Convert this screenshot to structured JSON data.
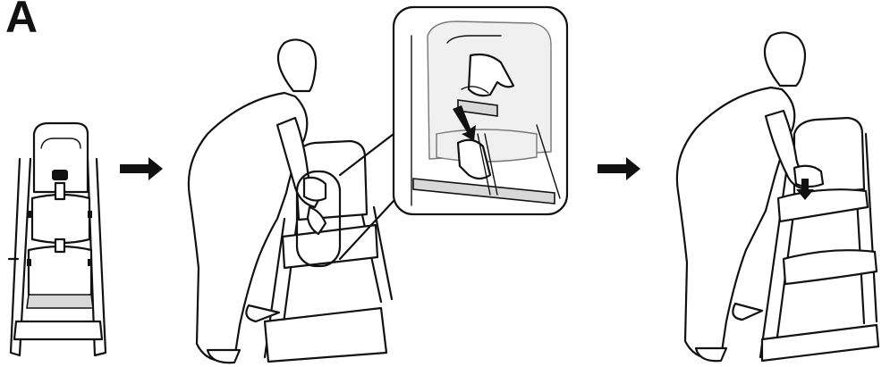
{
  "step": {
    "label": "A"
  },
  "colors": {
    "line": "#111111",
    "fill": "#ffffff",
    "shade": "#d8d8d8"
  },
  "panels": [
    {
      "id": "folded-chair"
    },
    {
      "id": "person-unlocking-seat"
    },
    {
      "id": "detail-inset-release-handle"
    },
    {
      "id": "person-lowering-seat"
    }
  ],
  "arrows": [
    {
      "from": "folded-chair",
      "to": "person-unlocking-seat"
    },
    {
      "from": "person-unlocking-seat",
      "to": "person-lowering-seat"
    }
  ]
}
